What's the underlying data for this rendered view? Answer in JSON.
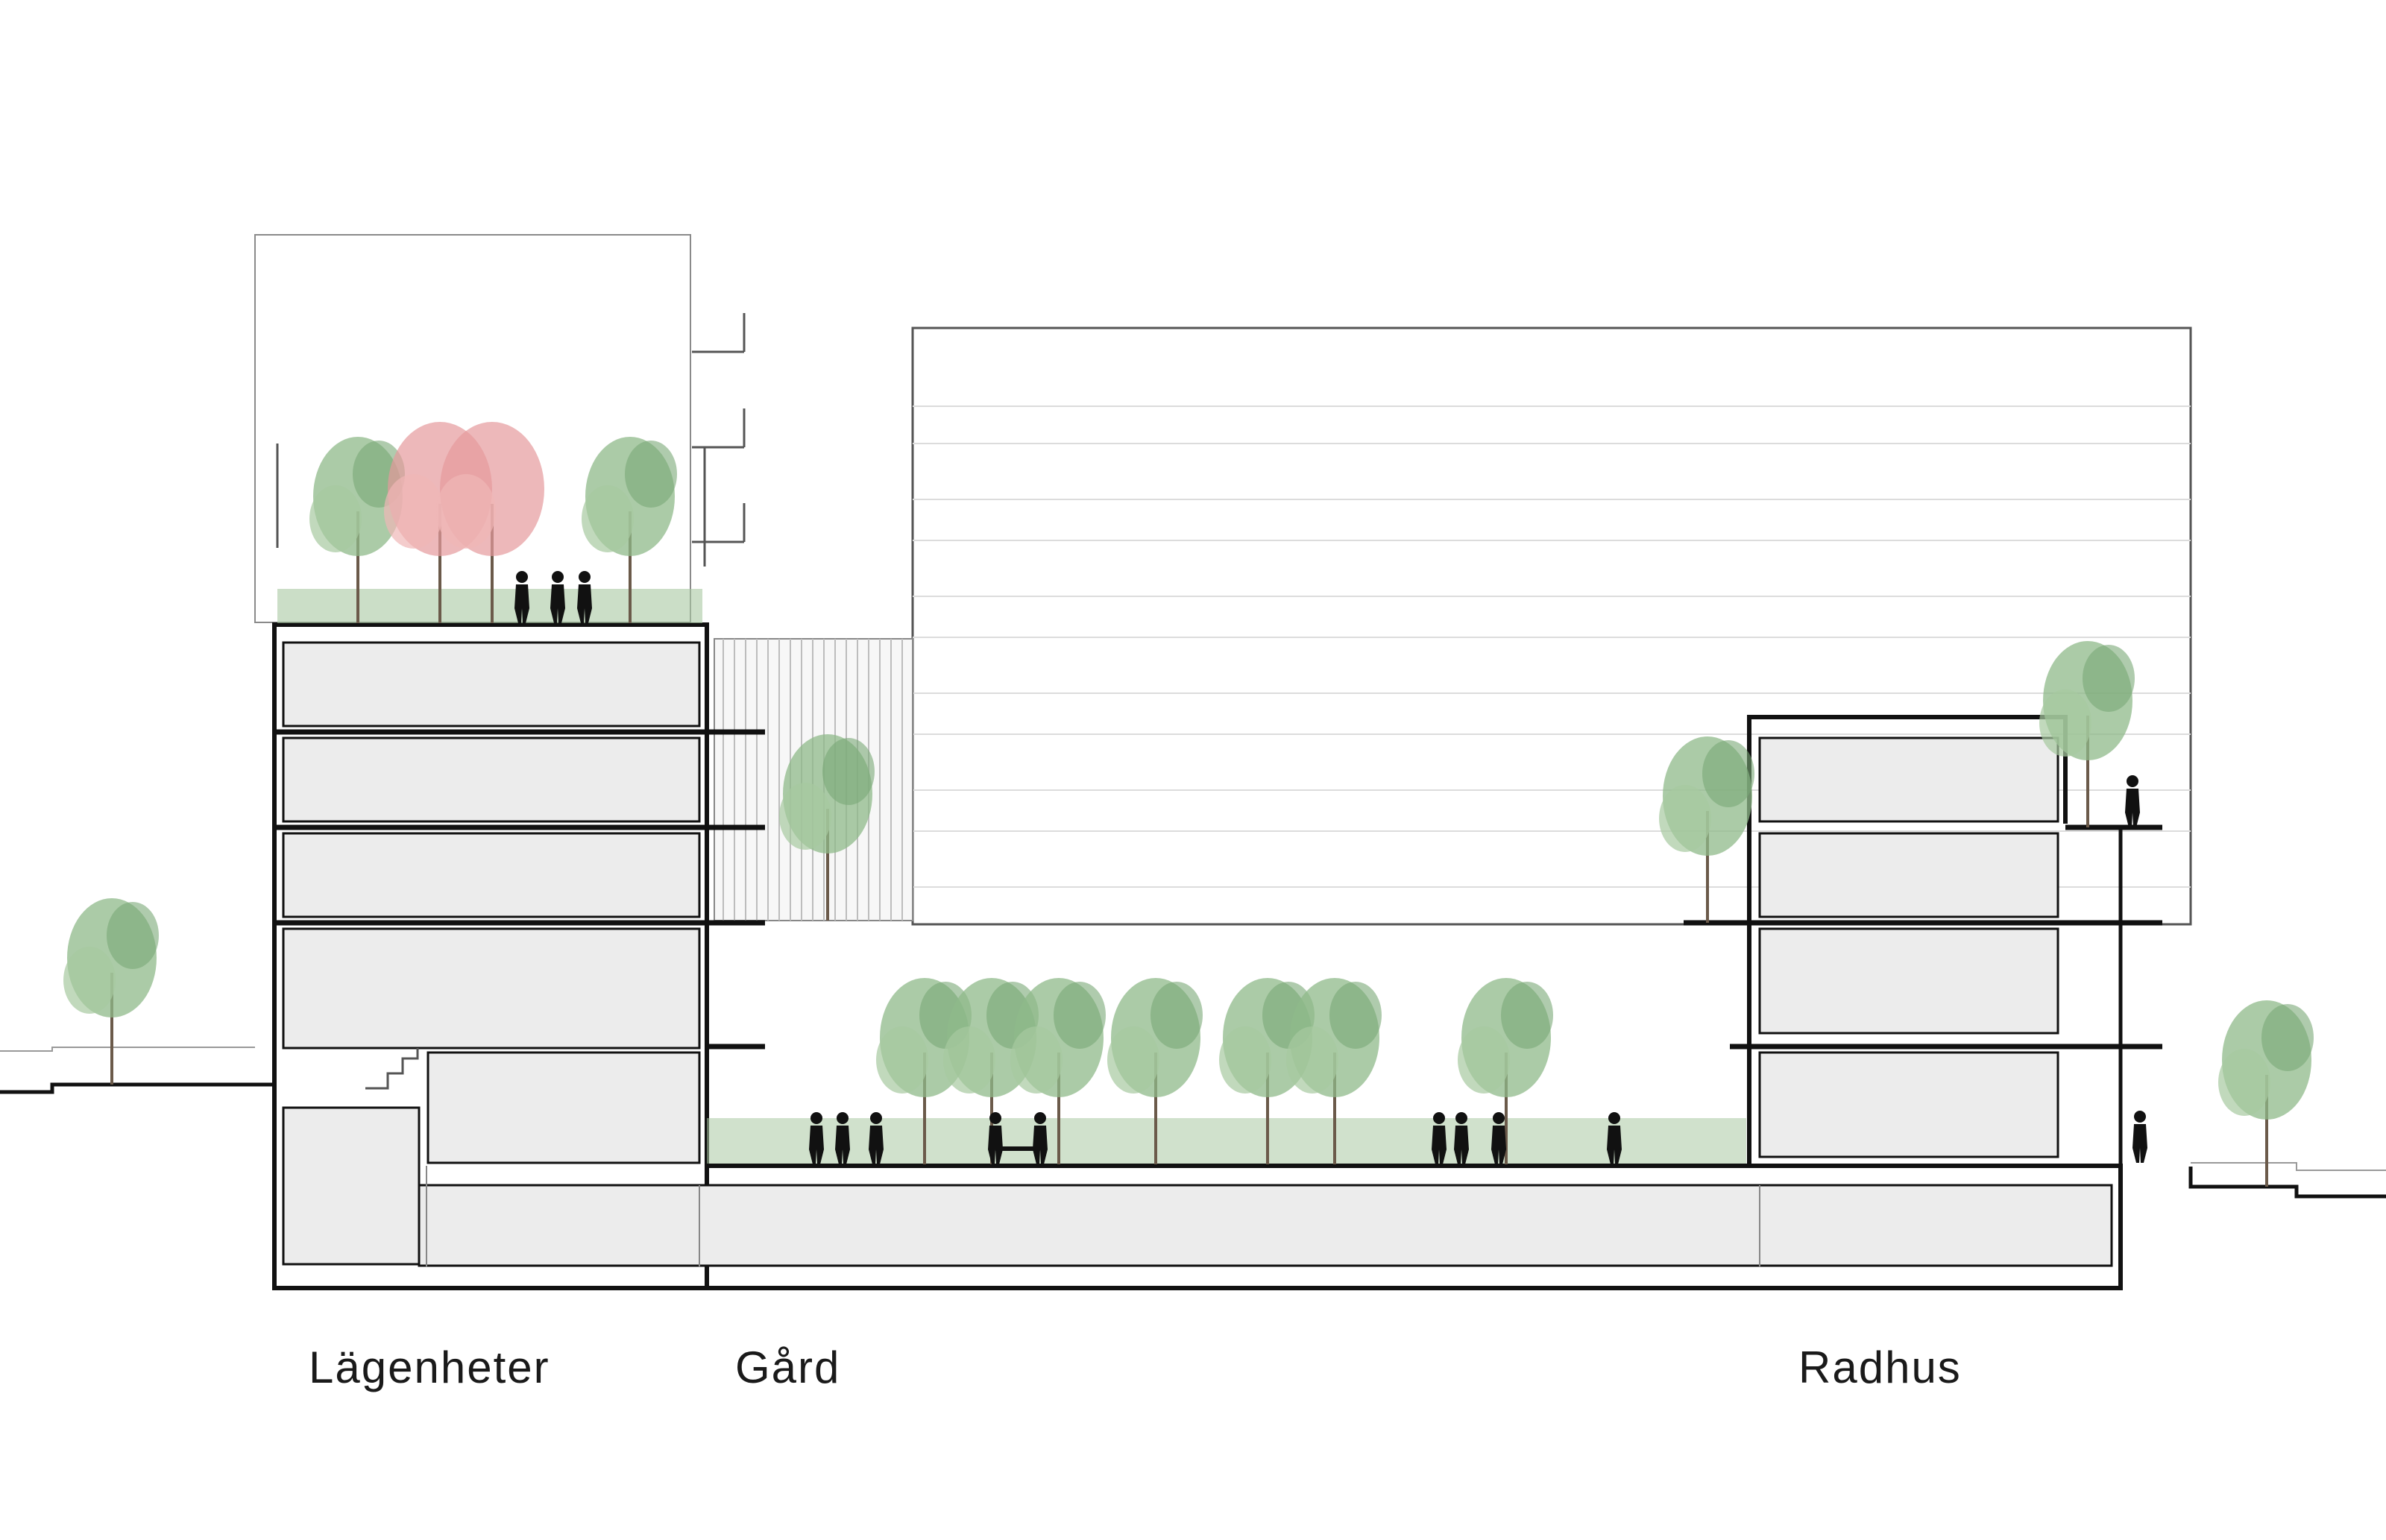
{
  "labels": {
    "apartments": "Lägenheter",
    "courtyard": "Gård",
    "townhouses": "Radhus"
  },
  "colors": {
    "line": "#111111",
    "thin_line": "#8a8a8a",
    "room_fill": "#ececec",
    "tree_green": "#8fb98a",
    "tree_pink": "#e59a9c",
    "grass": "#a9c8a2",
    "person": "#111111"
  },
  "icons": [
    "tree-icon",
    "person-icon",
    "bench-icon"
  ]
}
